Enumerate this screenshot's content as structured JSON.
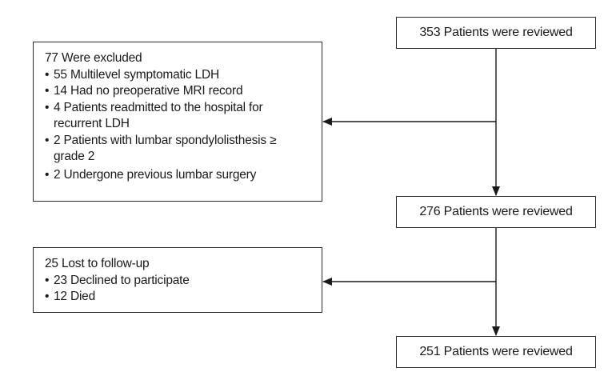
{
  "nodes": {
    "reviewed_1": {
      "label": "353 Patients were reviewed"
    },
    "reviewed_2": {
      "label": "276 Patients were reviewed"
    },
    "reviewed_3": {
      "label": "251 Patients were reviewed"
    },
    "excluded": {
      "title": "77 Were excluded",
      "items": [
        "55 Multilevel symptomatic LDH",
        "14 Had no preoperative MRI record",
        "4 Patients readmitted to the hospital for recurrent LDH",
        "2 Patients with lumbar spondylolisthesis ≥ grade 2",
        "2 Undergone previous lumbar surgery"
      ]
    },
    "lost": {
      "title": "25 Lost to follow-up",
      "items": [
        "23 Declined to participate",
        "12 Died"
      ]
    }
  },
  "edges": [
    {
      "from": "reviewed_1",
      "to": "reviewed_2"
    },
    {
      "from": "reviewed_1",
      "to": "excluded"
    },
    {
      "from": "reviewed_2",
      "to": "reviewed_3"
    },
    {
      "from": "reviewed_2",
      "to": "lost"
    }
  ],
  "colors": {
    "line": "#1a1a1a",
    "border": "#2b2b2b",
    "text": "#1a1a1a"
  }
}
